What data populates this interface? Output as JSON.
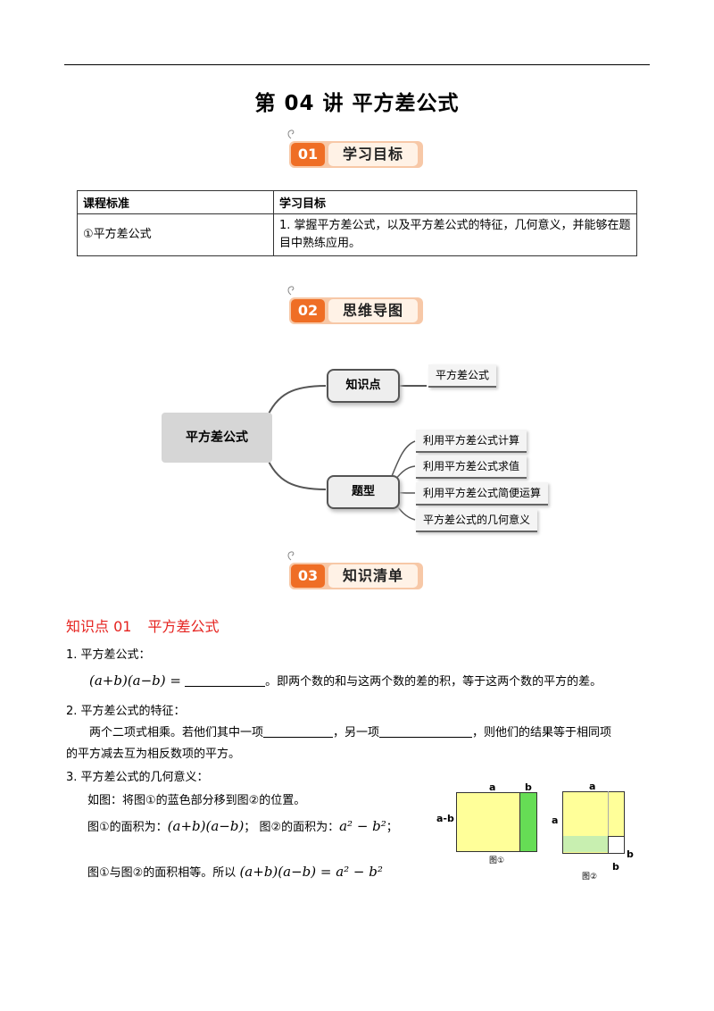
{
  "title": "第 04 讲  平方差公式",
  "sections": [
    {
      "number": "01",
      "label": "学习目标"
    },
    {
      "number": "02",
      "label": "思维导图"
    },
    {
      "number": "03",
      "label": "知识清单"
    }
  ],
  "goals_table": {
    "headers": [
      "课程标准",
      "学习目标"
    ],
    "rows": [
      {
        "standard": "①平方差公式",
        "goal": "1. 掌握平方差公式，以及平方差公式的特征，几何意义，并能够在题目中熟练应用。"
      }
    ]
  },
  "mindmap": {
    "root": "平方差公式",
    "branches": [
      {
        "label": "知识点",
        "leaves": [
          "平方差公式"
        ]
      },
      {
        "label": "题型",
        "leaves": [
          "利用平方差公式计算",
          "利用平方差公式求值",
          "利用平方差公式简便运算",
          "平方差公式的几何意义"
        ]
      }
    ]
  },
  "knowledge": {
    "title_prefix": "知识点 01",
    "title": "平方差公式",
    "item1": "1.  平方差公式：",
    "formula_lhs": "(a+b)(a−b) =",
    "item1_tail": "。即两个数的和与这两个数的差的积，等于这两个数的平方的差。",
    "item2": "2.  平方差公式的特征：",
    "item2_text_a": "两个二项式相乘。若他们其中一项",
    "item2_text_b": "，另一项",
    "item2_text_c": "，则他们的结果等于相同项",
    "item2_text_d": "的平方减去互为相反数项的平方。",
    "item3": "3.  平方差公式的几何意义：",
    "geo_line1": "如图：将图①的蓝色部分移到图②的位置。",
    "geo_area1_label": "图①的面积为：",
    "geo_area1_formula": "(a+b)(a−b)",
    "geo_area2_label": "图②的面积为：",
    "geo_area2_formula": "a² − b²",
    "geo_conclusion": "图①与图②的面积相等。所以",
    "geo_conclusion_formula": "(a+b)(a−b) = a² − b²",
    "fig1": {
      "top_a": "a",
      "top_b": "b",
      "side": "a-b",
      "caption": "图①"
    },
    "fig2": {
      "top": "a",
      "side": "a",
      "corner_b_right": "b",
      "corner_b_bottom": "b",
      "caption": "图②"
    }
  },
  "colors": {
    "badge_orange": "#ef6e25",
    "heading_red": "#e5231f",
    "fig_yellow": "#ffff99",
    "fig_green": "#66dd55",
    "fig_light_green": "#c8efb0"
  }
}
